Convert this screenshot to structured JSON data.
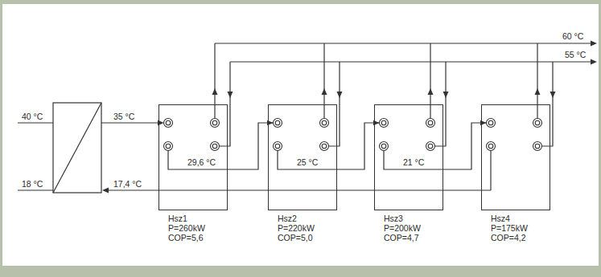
{
  "diagram": {
    "nodes": [
      {
        "text": [
          "Hsz1",
          "P=260kW",
          "COP=5,6"
        ]
      },
      {
        "text": [
          "Hsz2",
          "P=220kW",
          "COP=5,0"
        ]
      },
      {
        "text": [
          "Hsz3",
          "P=200kW",
          "COP=4,7"
        ]
      },
      {
        "text": [
          "Hsz4",
          "P=175kW",
          "COP=4,2"
        ]
      }
    ],
    "edges": [
      {
        "from": 0,
        "to": 1,
        "arrow": "to",
        "label": "29,6 °C"
      },
      {
        "from": 1,
        "to": 2,
        "arrow": "to",
        "label": "25 °C"
      },
      {
        "from": 2,
        "to": 3,
        "arrow": "to",
        "label": "21 °C"
      }
    ],
    "labels": [
      "40 °C",
      "18 °C",
      "35 °C",
      "17,4 °C",
      "60 °C",
      "55 °C"
    ]
  }
}
